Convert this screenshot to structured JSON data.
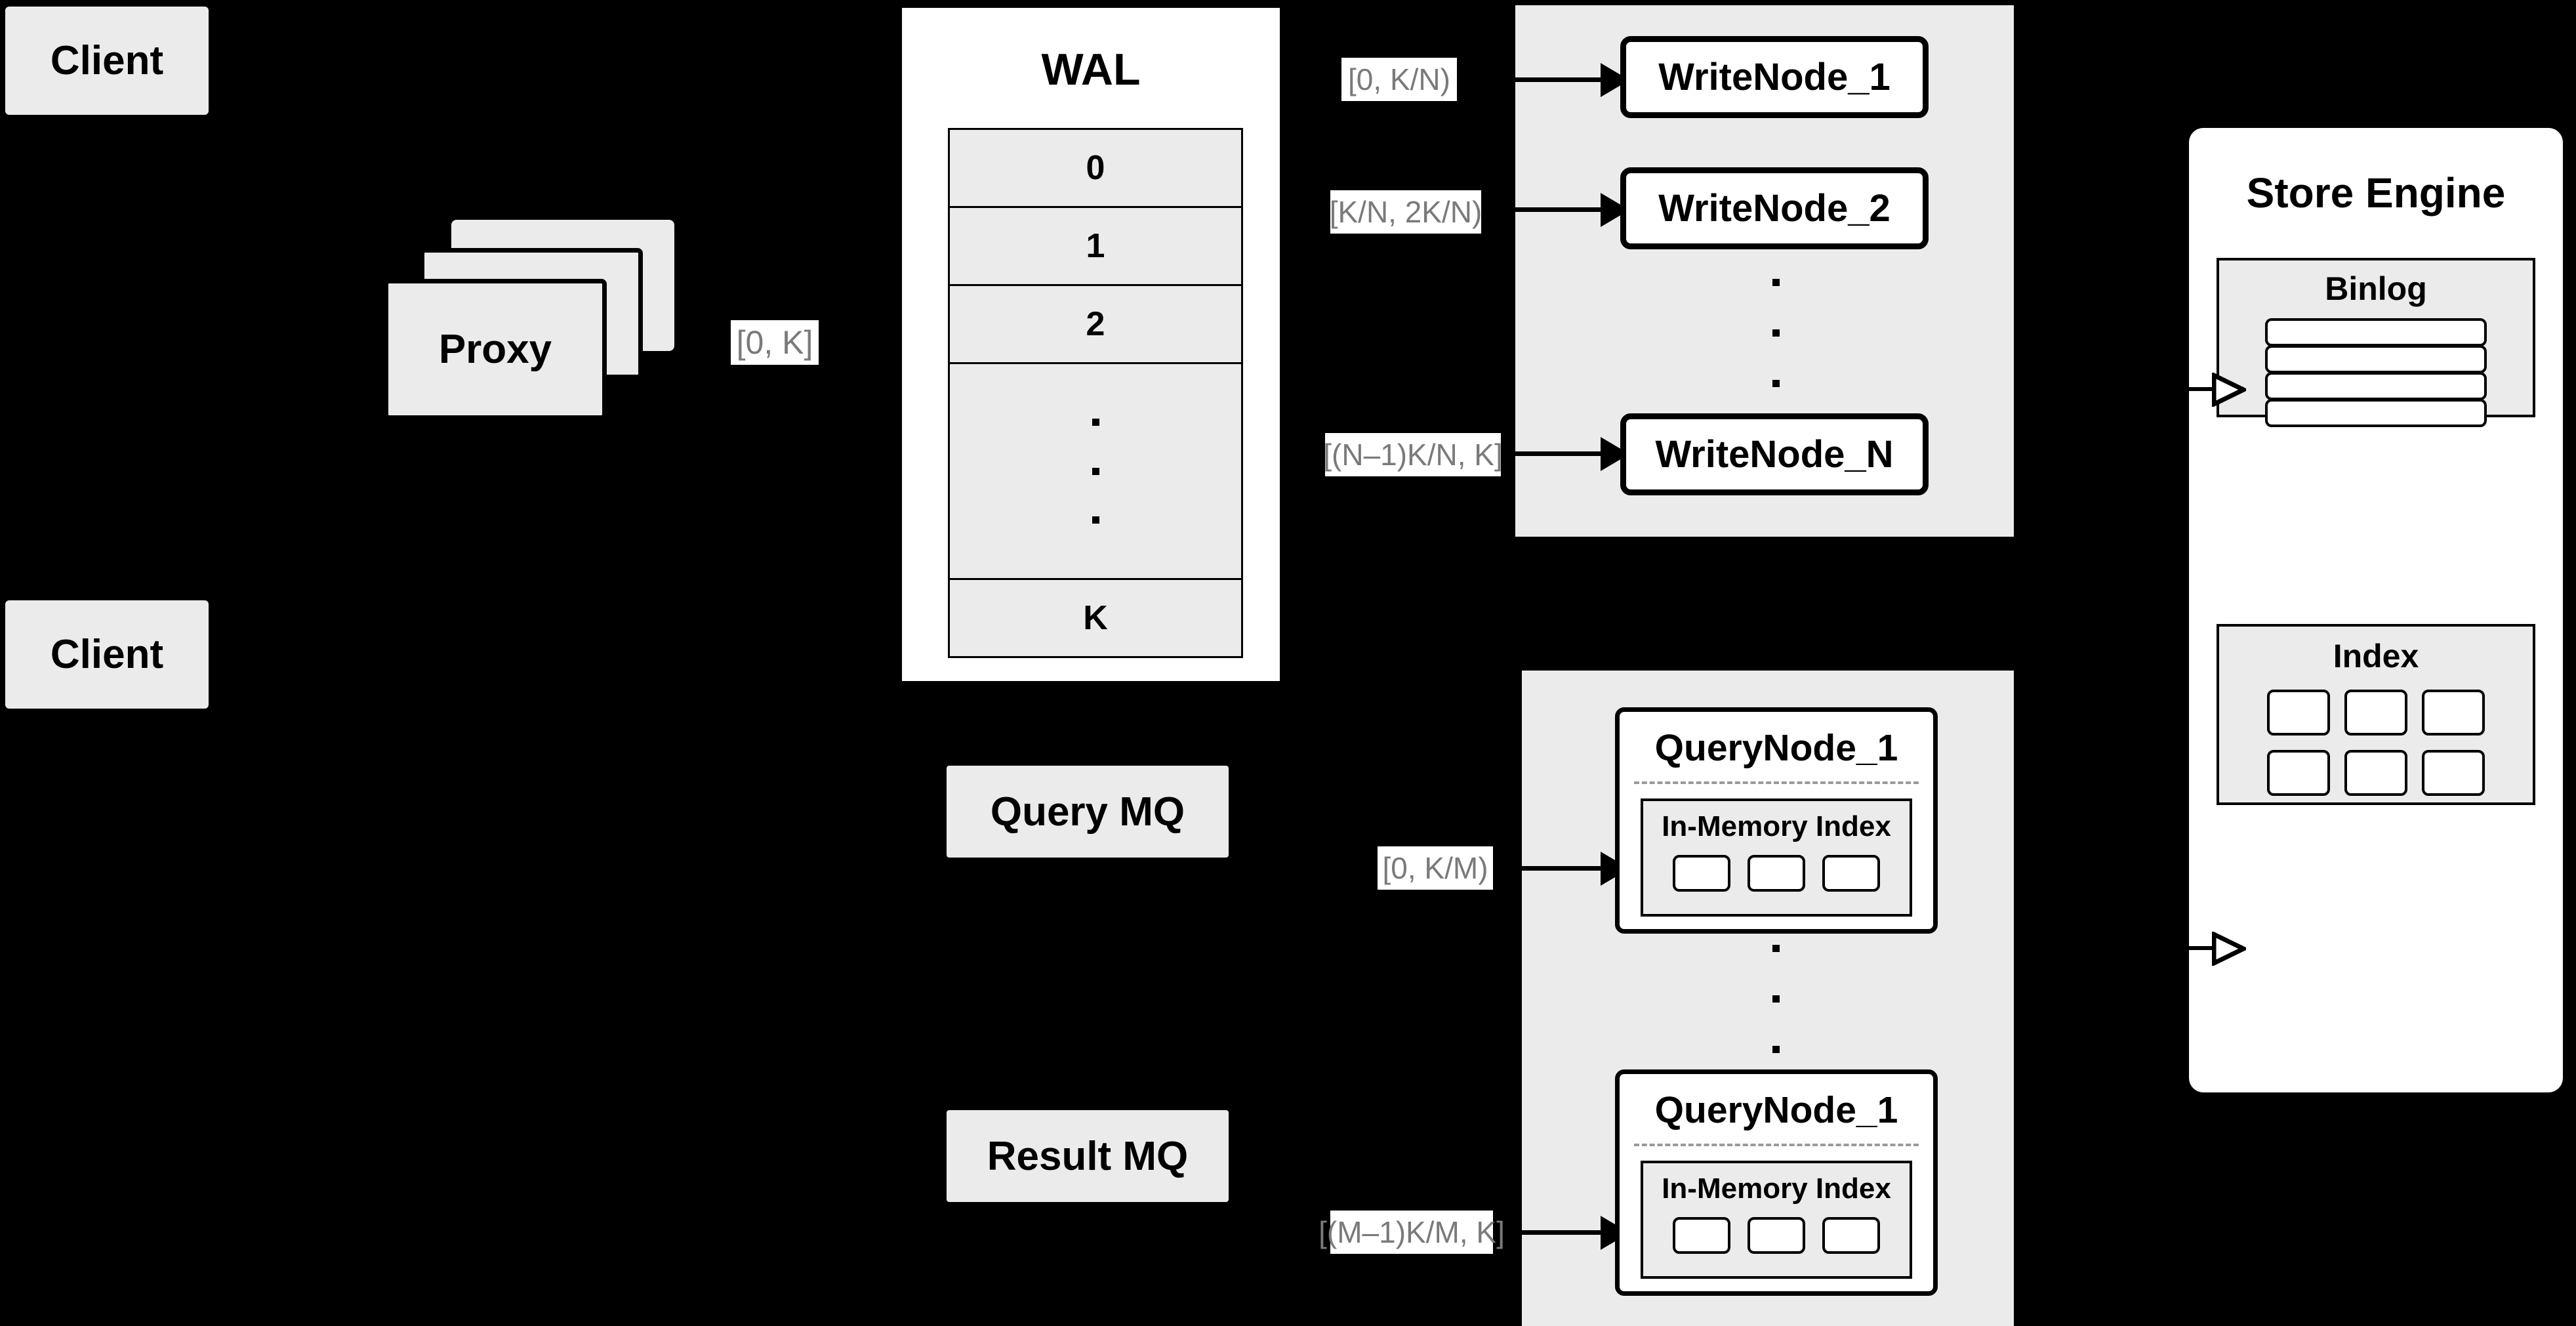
{
  "diagram": {
    "background_color": "#000000",
    "node_fill": "#ebebeb",
    "node_fill_white": "#ffffff",
    "stroke": "#000000",
    "label_text_color": "#7a7a7a"
  },
  "clients": [
    {
      "label": "Client"
    },
    {
      "label": "Client"
    }
  ],
  "proxy": {
    "label": "Proxy",
    "stack_count": 3
  },
  "wal": {
    "title": "WAL",
    "rows": [
      "0",
      "1",
      "2",
      "",
      "K"
    ],
    "ellipsis_row_index": 3,
    "ellipsis_dots": 3
  },
  "queues": [
    {
      "label": "Query MQ"
    },
    {
      "label": "Result MQ"
    }
  ],
  "write_panel": {
    "nodes": [
      {
        "label": "WriteNode_1"
      },
      {
        "label": "WriteNode_2"
      },
      {
        "label": "WriteNode_N"
      }
    ],
    "ellipsis_dots": 3
  },
  "query_panel": {
    "nodes": [
      {
        "label": "QueryNode_1",
        "inner_label": "In-Memory Index",
        "cells": 3
      },
      {
        "label": "QueryNode_1",
        "inner_label": "In-Memory Index",
        "cells": 3
      }
    ],
    "ellipsis_dots": 3
  },
  "store_engine": {
    "title": "Store Engine",
    "binlog": {
      "title": "Binlog",
      "rows": 4
    },
    "index": {
      "title": "Index",
      "cells": 6
    }
  },
  "edge_labels": {
    "proxy_to_wal": "[0, K]",
    "wal_to_write_1": "[0,  K/N)",
    "wal_to_write_2": "[K/N, 2K/N)",
    "wal_to_write_n": "[(N–1)K/N,  K]",
    "mq_to_query_1": "[0, K/M)",
    "mq_to_query_m": "[(M–1)K/M, K]"
  }
}
